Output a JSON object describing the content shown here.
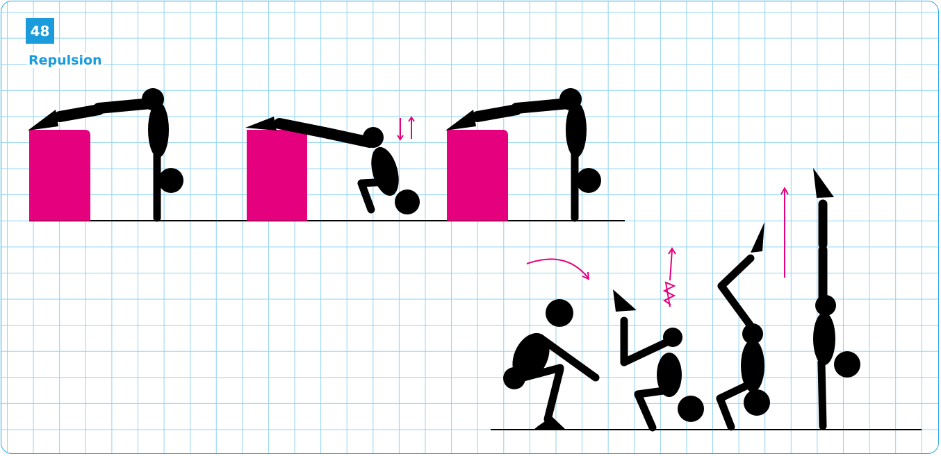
{
  "page": {
    "number": "48",
    "title": "Repulsion"
  },
  "colors": {
    "accent": "#1a9bdc",
    "grid": "#8fd3f2",
    "box": "#e5007d",
    "figure": "#000000",
    "arrow": "#e5007d"
  },
  "figures_top": [
    "handstand-on-box",
    "pike-on-box",
    "handstand-on-box"
  ],
  "figures_bottom": [
    "squat-start",
    "crouch-reach",
    "push-up-kick",
    "handstand-vertical"
  ]
}
